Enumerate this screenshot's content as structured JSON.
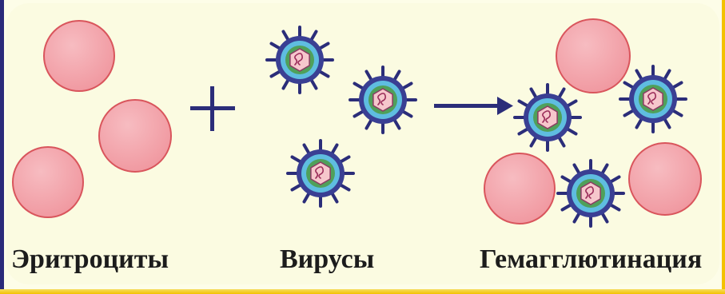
{
  "labels": {
    "erythrocytes": "Эритроциты",
    "viruses": "Вирусы",
    "hemagglutination": "Гемагглютинация"
  },
  "operators": {
    "plus": "+",
    "arrow": "→"
  },
  "colors": {
    "cell_fill": "#f4a8ae",
    "cell_stroke": "#d9555c",
    "virus_spike": "#2b2d79",
    "virus_outer": "#3a3f93",
    "virus_ring_blue": "#5fbde0",
    "virus_ring_green": "#4fa05a",
    "virus_core": "#f6c7cc",
    "background": "#fbfbe1",
    "border_yellow": "#f3c200"
  }
}
